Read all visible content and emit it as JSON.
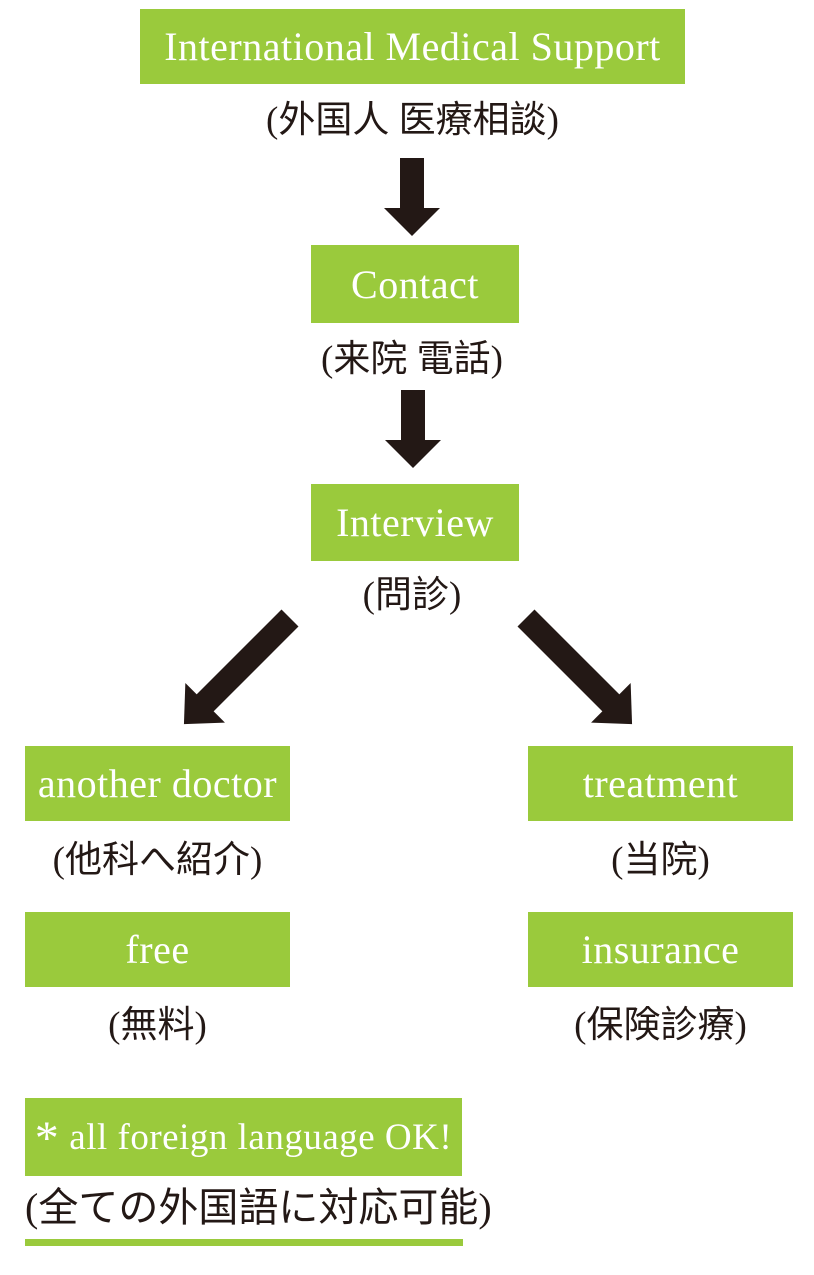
{
  "colors": {
    "green": "#9aca3c",
    "ink": "#231815",
    "box_text": "#ffffff"
  },
  "diagram": {
    "title": {
      "label": "International Medical Support",
      "caption": "(外国人 医療相談)"
    },
    "contact": {
      "label": "Contact",
      "caption": "(来院 電話)"
    },
    "interview": {
      "label": "Interview",
      "caption": "(問診)"
    },
    "another_doctor": {
      "label": "another doctor",
      "caption": "(他科へ紹介)"
    },
    "free": {
      "label": "free",
      "caption": "(無料)"
    },
    "treatment": {
      "label": "treatment",
      "caption": "(当院)"
    },
    "insurance": {
      "label": "insurance",
      "caption": "(保険診療)"
    },
    "note": {
      "asterisk": "*",
      "label": "all foreign language OK!",
      "caption": "(全ての外国語に対応可能)"
    }
  }
}
